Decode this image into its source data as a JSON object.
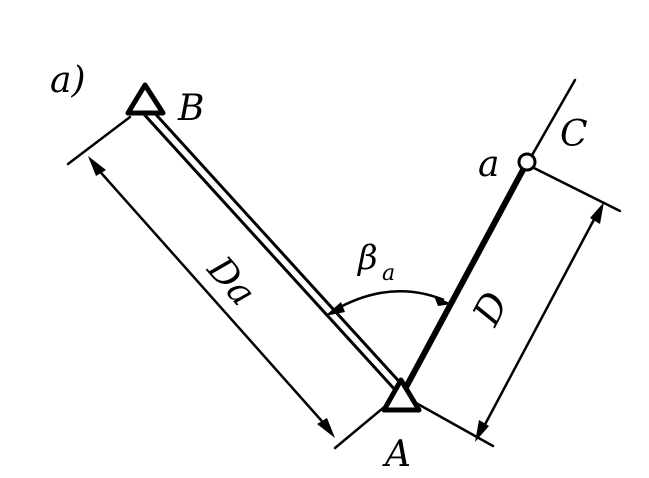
{
  "figure": {
    "panel_label": "a)",
    "point_b": "B",
    "point_a": "A",
    "point_a_small": "a",
    "point_c": "C",
    "dim_da": "Da",
    "dim_d": "D",
    "angle_symbol": "β",
    "angle_subscript": "a"
  },
  "colors": {
    "ink": "#000000",
    "paper": "#ffffff"
  }
}
